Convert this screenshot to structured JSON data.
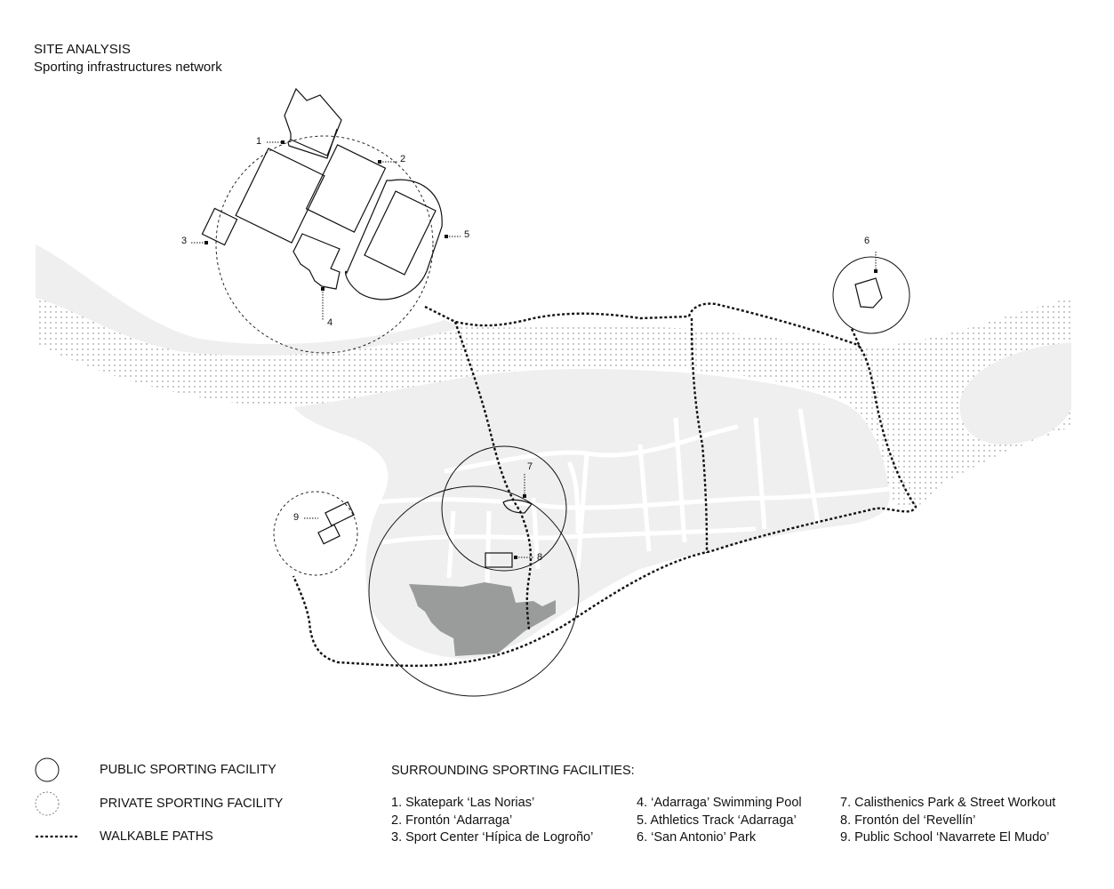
{
  "header": {
    "title": "SITE ANALYSIS",
    "subtitle": "Sporting infrastructures network"
  },
  "map": {
    "markers": [
      "1",
      "2",
      "3",
      "4",
      "5",
      "6",
      "7",
      "8",
      "9"
    ],
    "colors": {
      "land": "#efefef",
      "built_area": "#9a9b9b",
      "lines": "#111111"
    }
  },
  "legend": {
    "public": "PUBLIC SPORTING FACILITY",
    "private": "PRIVATE SPORTING FACILITY",
    "paths": "WALKABLE PATHS"
  },
  "facilities": {
    "heading": "SURROUNDING SPORTING FACILITIES:",
    "items": [
      "1. Skatepark ‘Las Norias’",
      "2. Frontón ‘Adarraga’",
      "3. Sport Center ‘Hípica de Logroño’",
      "4. ‘Adarraga’ Swimming Pool",
      "5. Athletics Track ‘Adarraga’",
      "6. ‘San Antonio’ Park",
      "7. Calisthenics Park & Street Workout",
      "8. Frontón del ‘Revellín’",
      "9. Public School ‘Navarrete El Mudo’"
    ]
  }
}
